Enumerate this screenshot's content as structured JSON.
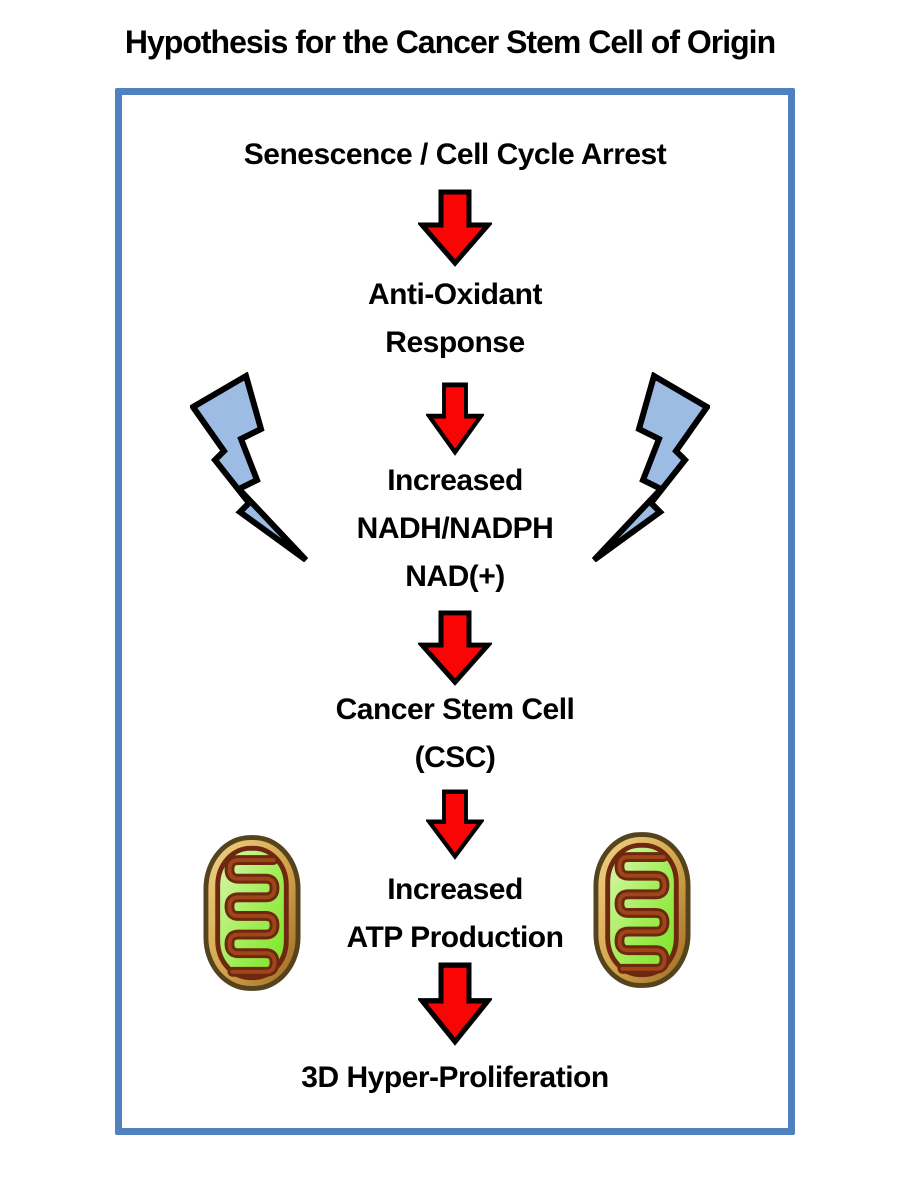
{
  "title": "Hypothesis for the Cancer Stem Cell of Origin",
  "diagram": {
    "steps": [
      {
        "id": "senescence",
        "lines": [
          "Senescence / Cell Cycle Arrest"
        ]
      },
      {
        "id": "antioxidant",
        "lines": [
          "Anti-Oxidant",
          "Response"
        ]
      },
      {
        "id": "nadh",
        "lines": [
          "Increased",
          "NADH/NADPH",
          "NAD(+)"
        ]
      },
      {
        "id": "csc",
        "lines": [
          "Cancer Stem Cell",
          "(CSC)"
        ]
      },
      {
        "id": "atp",
        "lines": [
          "Increased",
          "ATP Production"
        ]
      },
      {
        "id": "proliferation",
        "lines": [
          "3D Hyper-Proliferation"
        ]
      }
    ],
    "connectors": [
      {
        "type": "red-block-arrow-down",
        "from": "senescence",
        "to": "antioxidant"
      },
      {
        "type": "red-block-arrow-down",
        "from": "antioxidant",
        "to": "nadh"
      },
      {
        "type": "red-block-arrow-down",
        "from": "nadh",
        "to": "csc"
      },
      {
        "type": "red-block-arrow-down",
        "from": "csc",
        "to": "atp"
      },
      {
        "type": "red-block-arrow-down",
        "from": "atp",
        "to": "proliferation"
      }
    ],
    "decorations": [
      {
        "type": "lightning-bolt",
        "position": "left",
        "points_at": "nadh"
      },
      {
        "type": "lightning-bolt",
        "position": "right",
        "points_at": "nadh"
      },
      {
        "type": "mitochondrion",
        "position": "left",
        "beside": "atp"
      },
      {
        "type": "mitochondrion",
        "position": "right",
        "beside": "atp"
      }
    ],
    "colors": {
      "frame_border": "#4E81BD",
      "arrow_red": "#F90505",
      "bolt_blue": "#9CBCE4",
      "outline_black": "#000000",
      "text": "#000000",
      "mito_rim": "#54431C",
      "mito_outer_gold": "#D2A24A",
      "mito_inner_green": "#8BE93B",
      "mito_cristae_dark": "#6E2810",
      "mito_cristae_rust": "#9E4619"
    }
  }
}
